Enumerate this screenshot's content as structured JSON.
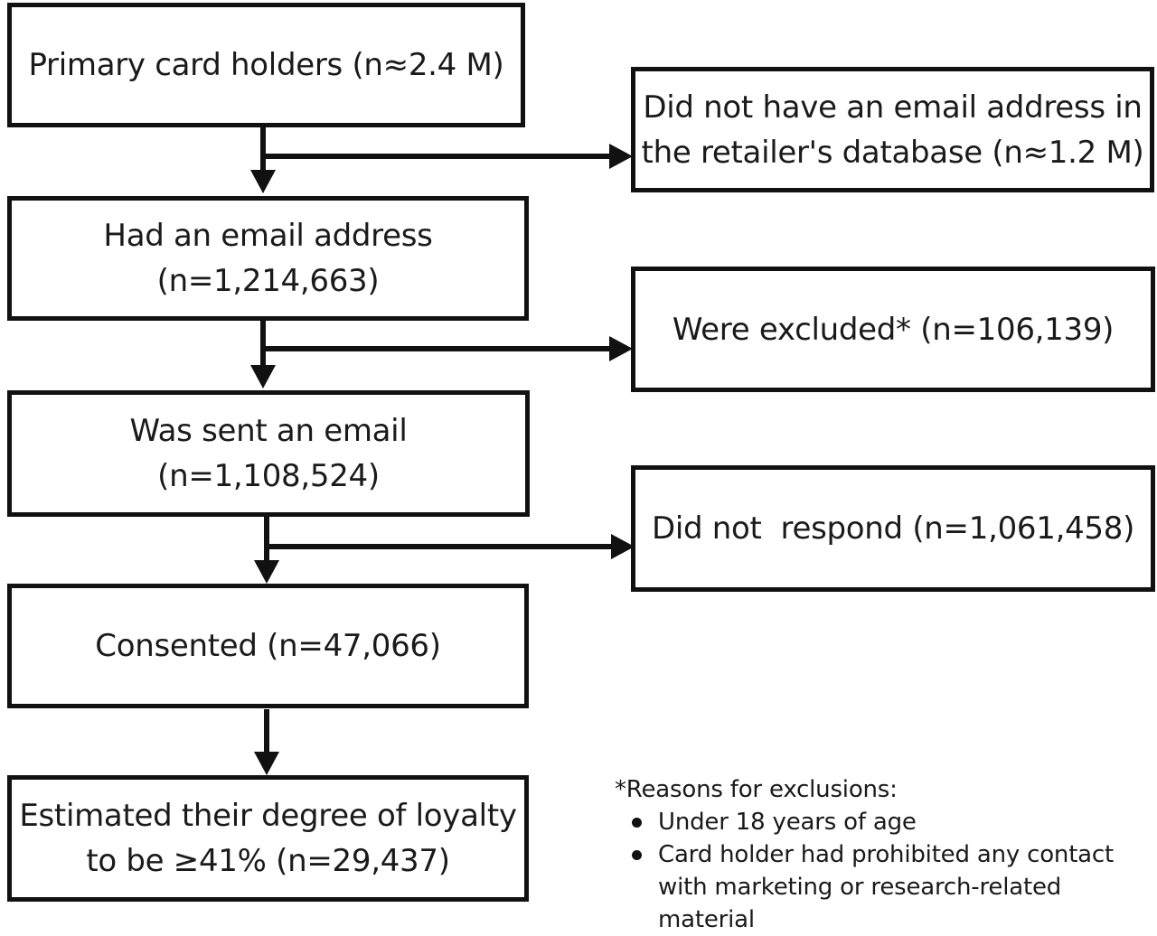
{
  "boxes": {
    "primary": {
      "line1": "Primary card holders (n≈2.4 M)"
    },
    "had_email": {
      "line1": "Had an email address",
      "line2": "(n=1,214,663)"
    },
    "sent_email": {
      "line1": "Was sent an email",
      "line2": "(n=1,108,524)"
    },
    "consented": {
      "line1": "Consented (n=47,066)"
    },
    "estimated": {
      "line1": "Estimated their degree of loyalty",
      "line2": "to be ≥41% (n=29,437)"
    },
    "no_email": {
      "line1": "Did not have an email address in",
      "line2": "the retailer's database (n≈1.2 M)"
    },
    "excluded": {
      "line1": "Were excluded* (n=106,139)"
    },
    "no_response": {
      "line1": "Did not  respond (n=1,061,458)"
    }
  },
  "note": {
    "title": "*Reasons for exclusions:",
    "items": [
      "Under 18 years of age",
      "Card holder had prohibited any contact with marketing or research-related material"
    ]
  }
}
